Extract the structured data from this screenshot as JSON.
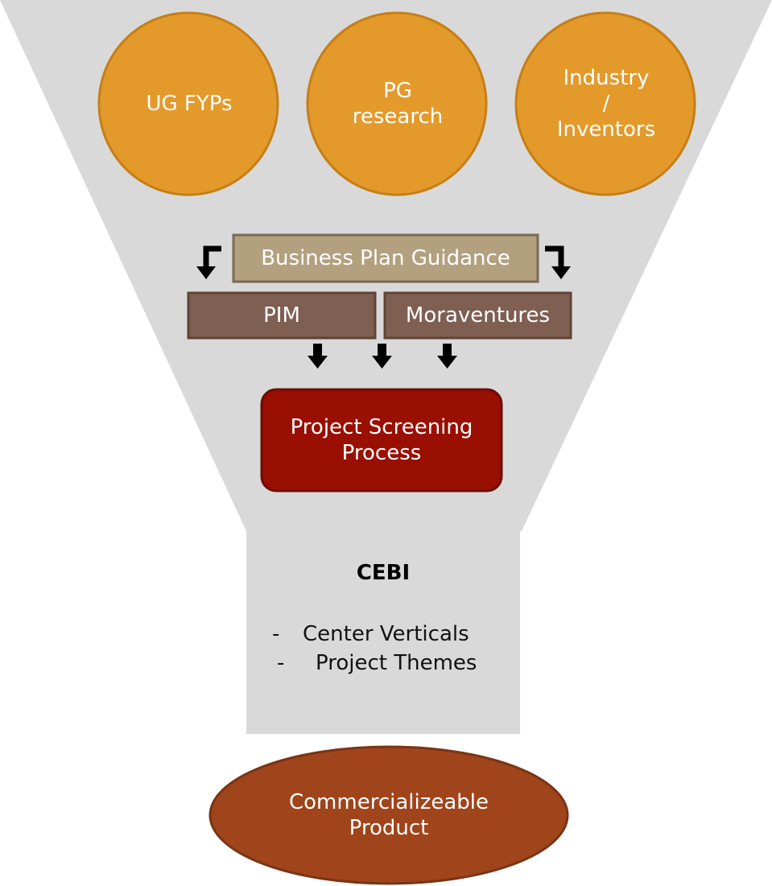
{
  "sources": {
    "ug": [
      "UG FYPs"
    ],
    "pg": [
      "PG",
      "research"
    ],
    "industry": [
      "Industry",
      "/",
      "Inventors"
    ]
  },
  "guidance": "Business Plan Guidance",
  "channels": {
    "pim": "PIM",
    "moraventures": "Moraventures"
  },
  "screening": [
    "Project Screening",
    "Process"
  ],
  "cebi": {
    "title": "CEBI",
    "items": [
      {
        "bullet": "-",
        "text": "Center Verticals"
      },
      {
        "bullet": "-",
        "text": "Project Themes"
      }
    ]
  },
  "outcome": [
    "Commercializeable",
    "Product"
  ],
  "colors": {
    "funnel": "#d9d9d9",
    "source_circle": "#e39a2b",
    "source_border": "#c57f17",
    "guidance_fill": "#b3a07f",
    "guidance_border": "#7a6a56",
    "channel_fill": "#7e5f52",
    "channel_border": "#5e4437",
    "screening_fill": "#990f02",
    "screening_border": "#6e0d06",
    "outcome_fill": "#a0441b",
    "outcome_border": "#7a3414",
    "arrow": "#000000"
  }
}
